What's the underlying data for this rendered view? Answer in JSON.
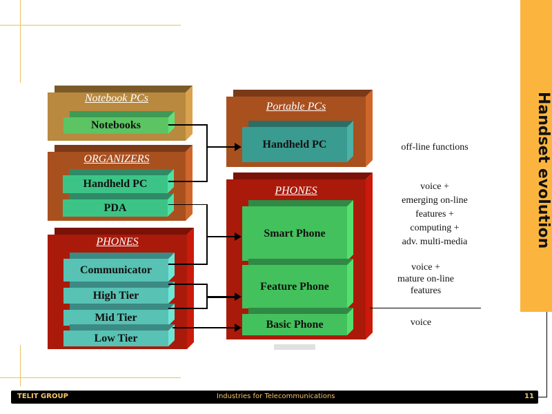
{
  "slide": {
    "title": "Handset evolution",
    "page_number": "11"
  },
  "footer": {
    "left": "TELIT GROUP",
    "center": "Industries for Telecommunications"
  },
  "diagram": {
    "left_groups": [
      {
        "title": "Notebook PCs",
        "color": "#b8893e",
        "items": [
          {
            "label": "Notebooks",
            "color": "#5cc463"
          }
        ]
      },
      {
        "title": "ORGANIZERS",
        "color": "#a9501f",
        "items": [
          {
            "label": "Handheld PC",
            "color": "#3cc486"
          },
          {
            "label": "PDA",
            "color": "#3cc486"
          }
        ]
      },
      {
        "title": "PHONES",
        "color": "#aa1a0b",
        "items": [
          {
            "label": "Communicator",
            "color": "#58c2b4"
          },
          {
            "label": "High Tier",
            "color": "#58c2b4"
          },
          {
            "label": "Mid Tier",
            "color": "#58c2b4"
          },
          {
            "label": "Low Tier",
            "color": "#58c2b4"
          }
        ]
      }
    ],
    "right_groups": [
      {
        "title": "Portable PCs",
        "color": "#a9501f",
        "items": [
          {
            "label": "Handheld PC",
            "color": "#3a9b91"
          }
        ]
      },
      {
        "title": "PHONES",
        "color": "#aa1a0b",
        "items": [
          {
            "label": "Smart Phone",
            "color": "#43c15c"
          },
          {
            "label": "Feature Phone",
            "color": "#43c15c"
          },
          {
            "label": "Basic Phone",
            "color": "#43c15c"
          }
        ]
      }
    ],
    "descriptions": [
      {
        "text": "off-line functions"
      },
      {
        "lines": [
          "voice +",
          "emerging on-line",
          "features +",
          "computing +",
          "adv. multi-media"
        ]
      },
      {
        "lines": [
          "voice +",
          "mature on-line",
          "features"
        ]
      },
      {
        "text": "voice"
      }
    ]
  },
  "colors": {
    "accent": "#fbb53f",
    "guides": "#e7c15a",
    "footer_text": "#f7c56b"
  }
}
